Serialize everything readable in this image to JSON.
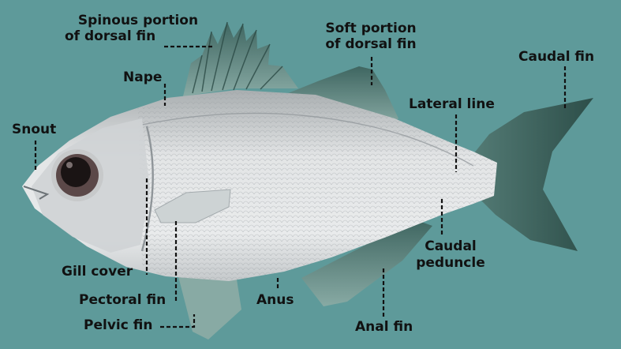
{
  "colors": {
    "background": "#5e9a9a",
    "body_silver": "#d9dcde",
    "fin": "#6f9590",
    "fin_dark": "#2d4e49",
    "label_text": "#111111",
    "leader_line": "#111111"
  },
  "labels": {
    "spinous_dorsal": "Spinous portion\nof dorsal fin",
    "soft_dorsal": "Soft portion\nof dorsal fin",
    "caudal_fin": "Caudal fin",
    "nape": "Nape",
    "lateral_line": "Lateral line",
    "snout": "Snout",
    "caudal_peduncle": "Caudal\npeduncle",
    "gill_cover": "Gill cover",
    "pectoral_fin": "Pectoral fin",
    "anus": "Anus",
    "pelvic_fin": "Pelvic fin",
    "anal_fin": "Anal fin"
  }
}
